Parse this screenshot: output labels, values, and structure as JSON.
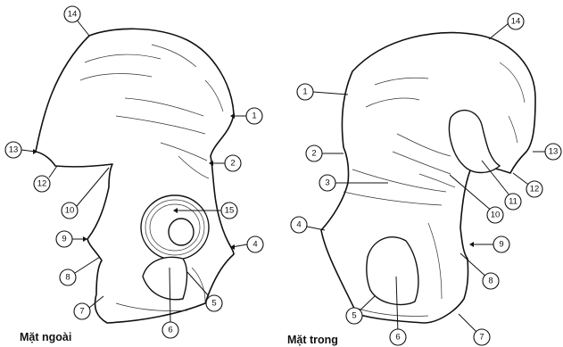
{
  "captions": {
    "outer": "Mặt ngoài",
    "inner": "Mặt trong"
  },
  "outer_labels": [
    "1",
    "2",
    "4",
    "5",
    "6",
    "7",
    "8",
    "9",
    "10",
    "12",
    "13",
    "14",
    "15"
  ],
  "inner_labels": [
    "1",
    "2",
    "3",
    "4",
    "5",
    "6",
    "7",
    "8",
    "9",
    "10",
    "11",
    "12",
    "13",
    "14"
  ]
}
